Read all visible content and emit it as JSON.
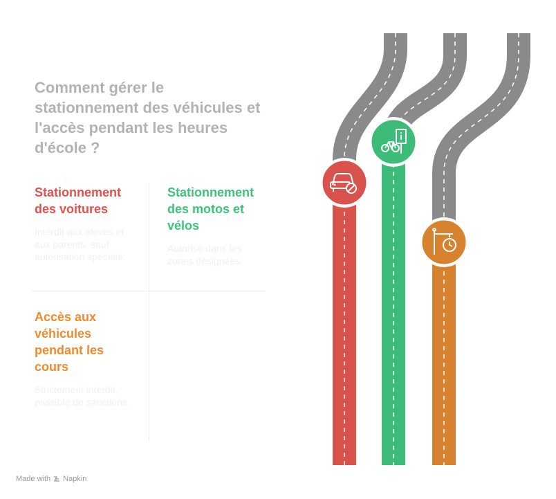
{
  "title": "Comment gérer le stationnement des véhicules et l'accès pendant les heures d'école ?",
  "cells": [
    {
      "heading": "Stationnement des voitures",
      "text": "Interdit aux élèves et aux parents, sauf autorisation spéciale.",
      "color": "#e0514b",
      "icon": "car-prohibited-icon"
    },
    {
      "heading": "Stationnement des motos et vélos",
      "text": "Autorisé dans les zones désignées.",
      "color": "#3ec27a",
      "icon": "bicycle-info-sign-icon"
    },
    {
      "heading": "Accès aux véhicules pendant les cours",
      "text": "Strictement interdit, passible de sanctions.",
      "color": "#f08a2c",
      "icon": "clock-sign-icon"
    }
  ],
  "colors": {
    "road_gray": "#8a8a8a",
    "red": "#d9534c",
    "green": "#3dbb78",
    "orange": "#d7822f"
  },
  "footer": {
    "label": "Made with",
    "brand": "Napkin"
  }
}
